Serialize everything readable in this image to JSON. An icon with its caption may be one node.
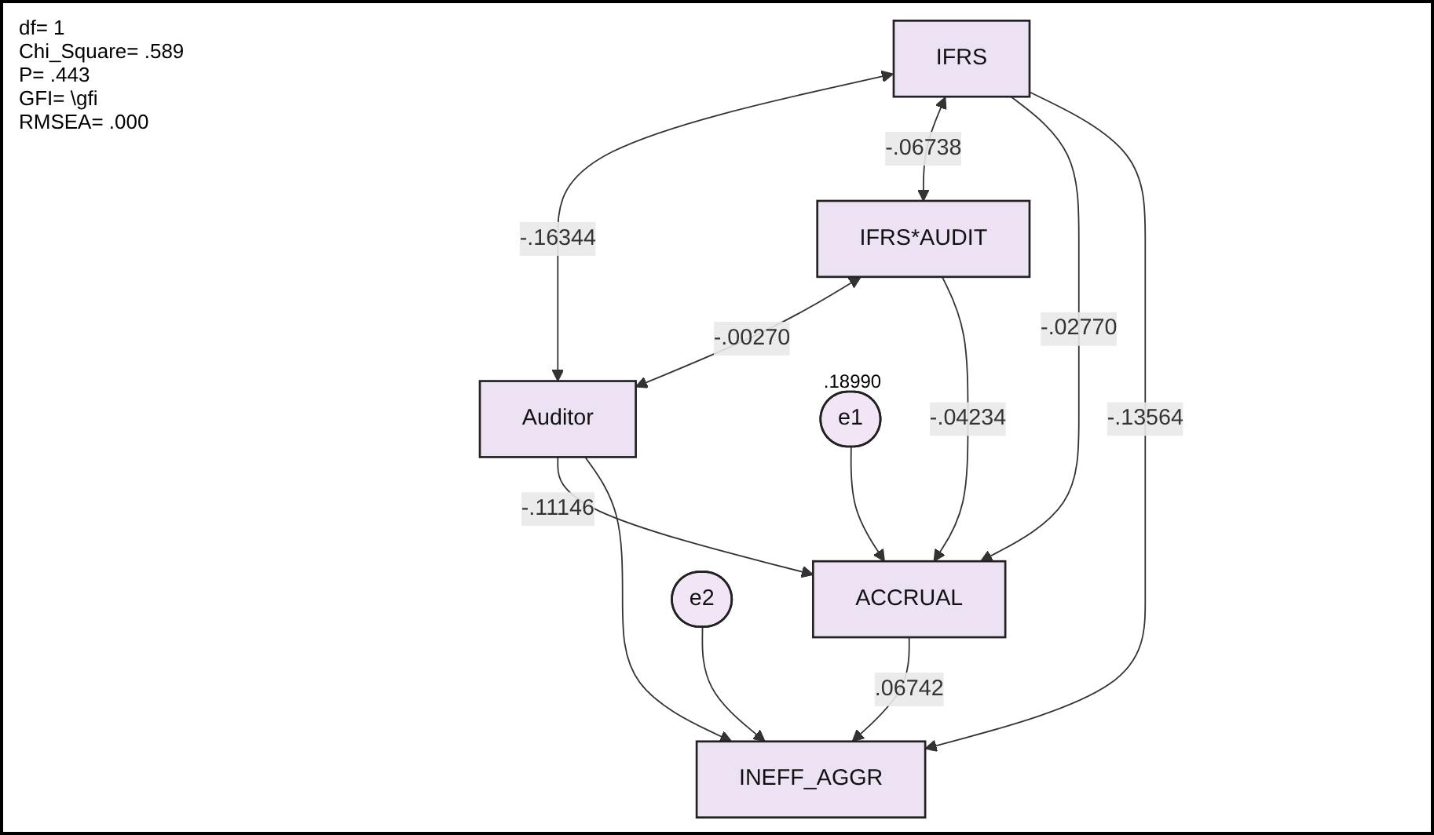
{
  "diagram": {
    "nodes": [
      {
        "text": [
          "IFRS"
        ]
      },
      {
        "text": [
          "IFRS*AUDIT"
        ]
      },
      {
        "text": [
          "Auditor"
        ]
      },
      {
        "text": [
          "ACCRUAL"
        ]
      },
      {
        "text": [
          "e1"
        ],
        "beside": [
          ".18990"
        ]
      },
      {
        "text": [
          "INEFF_AGGR"
        ]
      },
      {
        "text": [
          "e2"
        ]
      }
    ],
    "edges": [
      {
        "from": 0,
        "to": 2,
        "arrow": "both",
        "label": "-.16344"
      },
      {
        "from": 0,
        "to": 1,
        "arrow": "both",
        "label": "-.06738"
      },
      {
        "from": 1,
        "to": 2,
        "arrow": "both",
        "label": "-.00270"
      },
      {
        "from": 0,
        "to": 3,
        "arrow": "to",
        "label": "-.02770"
      },
      {
        "from": 1,
        "to": 3,
        "arrow": "to",
        "label": "-.04234"
      },
      {
        "from": 2,
        "to": 3,
        "arrow": "to",
        "label": "-.11146"
      },
      {
        "from": 0,
        "to": 5,
        "arrow": "to",
        "label": "-.13564"
      },
      {
        "from": 3,
        "to": 5,
        "arrow": "to",
        "label": ".06742"
      },
      {
        "from": 2,
        "to": 5,
        "arrow": "to"
      },
      {
        "from": 4,
        "to": 3,
        "arrow": "to"
      },
      {
        "from": 6,
        "to": 5,
        "arrow": "to"
      }
    ],
    "labels": [
      "df= 1",
      "Chi_Square= .589",
      "P= .443",
      "GFI= \\gfi",
      "RMSEA= .000"
    ]
  }
}
